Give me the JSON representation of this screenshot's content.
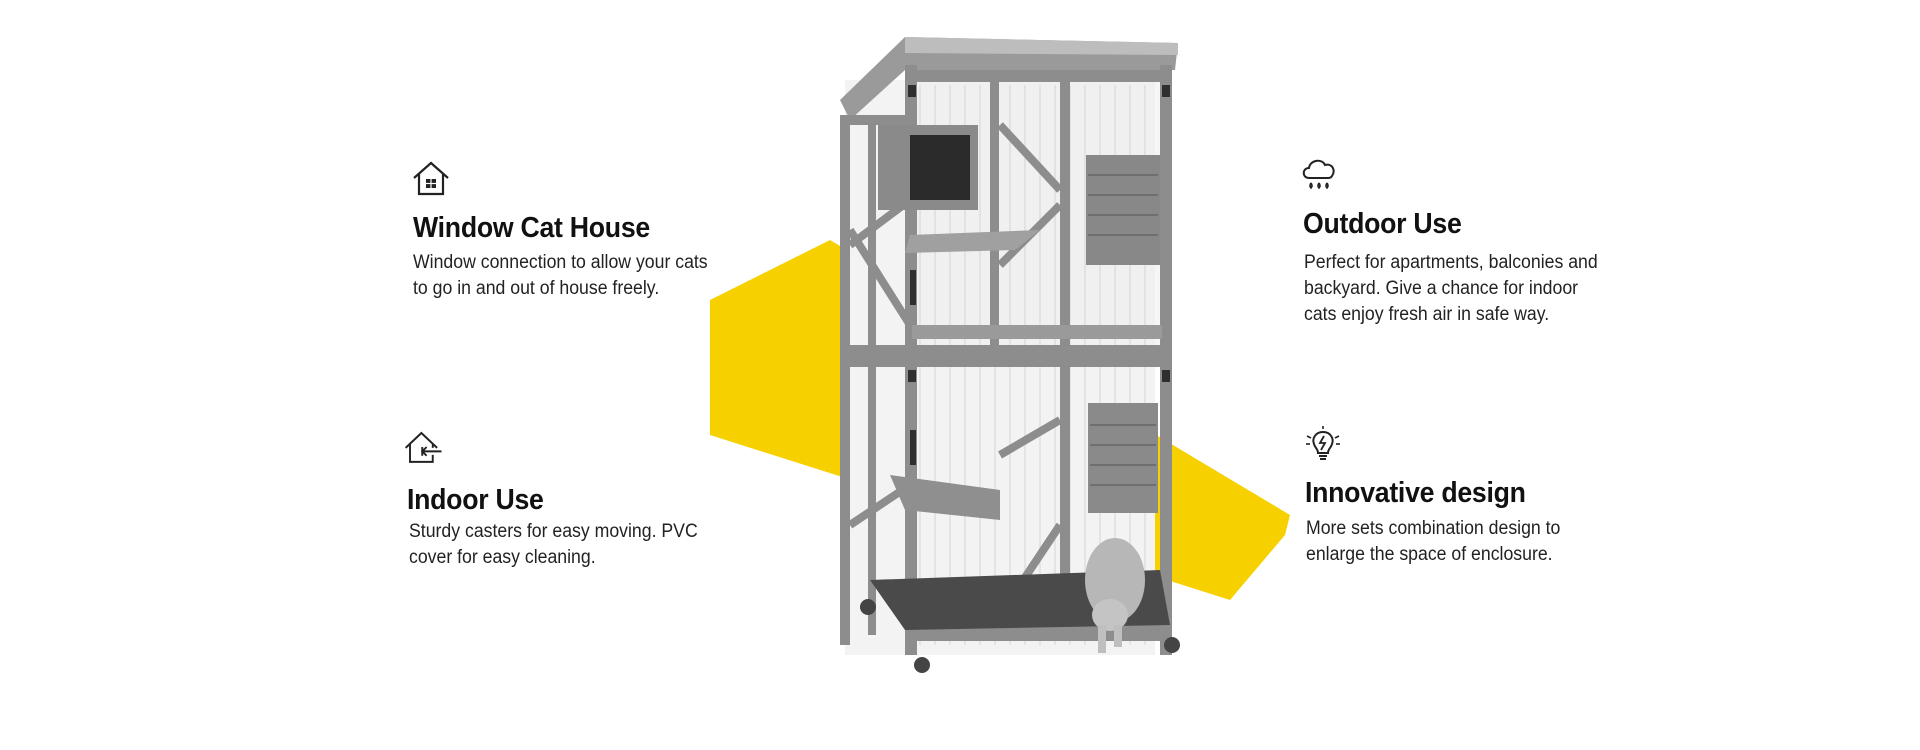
{
  "features": {
    "window_cat_house": {
      "icon": "house-window-icon",
      "title": "Window Cat House",
      "desc": "Window connection to allow your cats to go in and out of house freely."
    },
    "indoor_use": {
      "icon": "house-enter-icon",
      "title": "Indoor Use",
      "desc": "Sturdy casters for easy moving. PVC cover for easy cleaning."
    },
    "outdoor_use": {
      "icon": "cloud-rain-icon",
      "title": "Outdoor Use",
      "desc": "Perfect for apartments, balconies and backyard. Give a chance for indoor cats enjoy fresh air in safe way."
    },
    "innovative_design": {
      "icon": "lightbulb-icon",
      "title": "Innovative design",
      "desc": "More sets combination design to enlarge the space of enclosure."
    }
  },
  "colors": {
    "accent_yellow": "#f7d000",
    "frame_gray": "#8d8d8d",
    "text": "#111111"
  },
  "product": {
    "subject": "two-tier grey wooden cat enclosure on casters with cat"
  }
}
